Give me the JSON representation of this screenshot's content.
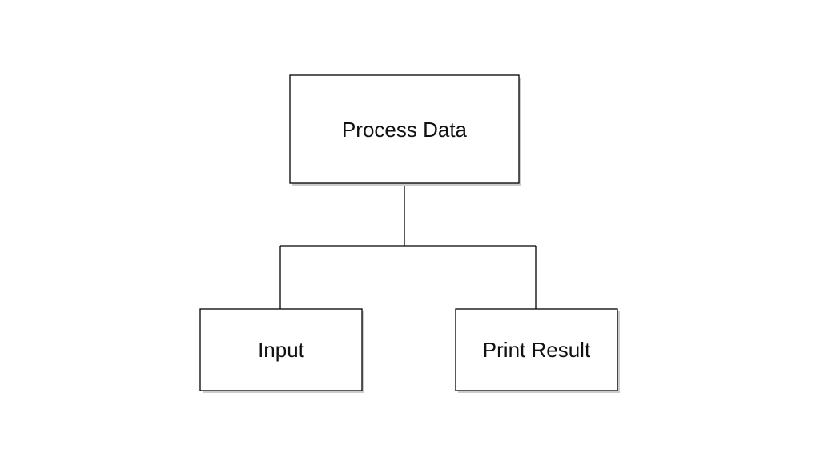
{
  "diagram": {
    "type": "tree",
    "root": {
      "label": "Process Data"
    },
    "children": [
      {
        "label": "Input"
      },
      {
        "label": "Print Result"
      }
    ],
    "colors": {
      "stroke": "#000000",
      "fill": "#ffffff",
      "shadow": "#cccccc",
      "text": "#111111"
    }
  }
}
